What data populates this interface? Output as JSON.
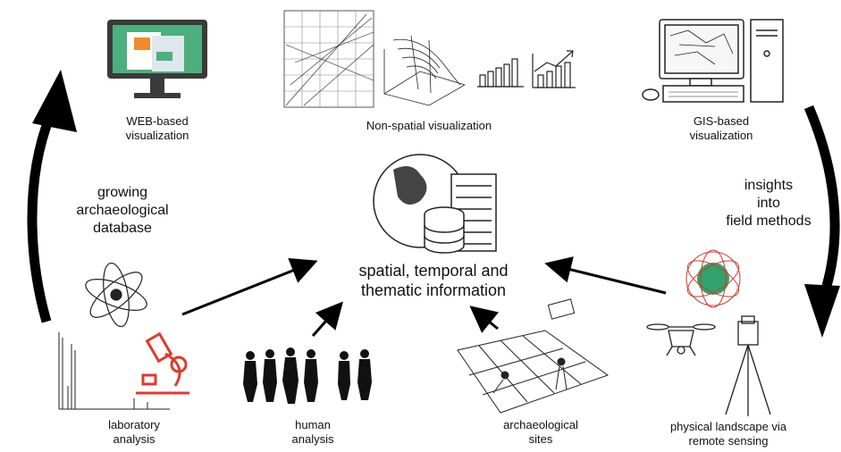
{
  "center": {
    "line1": "spatial, temporal and",
    "line2": "thematic information"
  },
  "labels": {
    "web": [
      "WEB-based",
      "visualization"
    ],
    "nonspatial": [
      "Non-spatial visualization"
    ],
    "gis": [
      "GIS-based",
      "visualization"
    ],
    "growing": [
      "growing",
      "archaeological",
      "database"
    ],
    "insights": [
      "insights",
      "into",
      "field methods"
    ],
    "laboratory": [
      "laboratory",
      "analysis"
    ],
    "human": [
      "human",
      "analysis"
    ],
    "sites": [
      "archaeological",
      "sites"
    ],
    "landscape": [
      "physical landscape via",
      "remote sensing"
    ]
  },
  "colors": {
    "monitor_screen": "#4caf7d",
    "doc_orange": "#f08a2c",
    "microscope": "#e03a2b",
    "globe_red": "#d9362b",
    "globe_earth": "#2fa36b"
  },
  "icons": [
    "monitor-icon",
    "graph-paper-icon",
    "3d-surface-plot-icon",
    "bar-chart-icon",
    "trend-chart-icon",
    "desktop-computer-icon",
    "globe-server-icon",
    "atom-icon",
    "spectrum-plot-icon",
    "microscope-icon",
    "human-figures-icon",
    "excavation-site-icon",
    "satellite-globe-icon",
    "drone-icon",
    "total-station-icon"
  ]
}
